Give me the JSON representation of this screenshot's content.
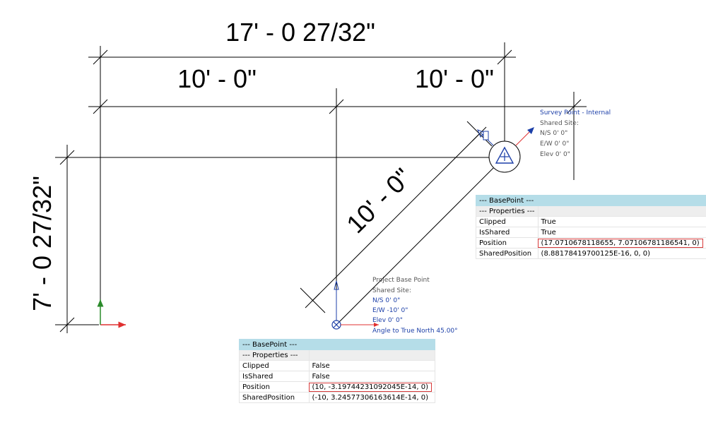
{
  "dimensions": {
    "overall_width": "17' - 0 27/32\"",
    "left_width": "10' - 0\"",
    "right_width": "10' - 0\"",
    "diagonal": "10' - 0\"",
    "overall_height": "7' - 0 27/32\""
  },
  "survey_point": {
    "title": "Survey Point - Internal",
    "shared_site": "Shared Site:",
    "ns": "N/S   0'  0\"",
    "ew": "E/W   0'  0\"",
    "elev": "Elev   0'  0\""
  },
  "project_base_point": {
    "title": "Project Base Point",
    "shared_site": "Shared Site:",
    "ns": "N/S   0'  0\"",
    "ew": "E/W   -10'  0\"",
    "elev": "Elev   0'  0\"",
    "angle": "Angle to True North   45.00°"
  },
  "survey_props": {
    "header": "--- BasePoint ---",
    "section": "--- Properties ---",
    "rows": [
      {
        "name": "Clipped",
        "value": "True"
      },
      {
        "name": "IsShared",
        "value": "True"
      },
      {
        "name": "Position",
        "value": "(17.0710678118655, 7.07106781186541, 0)"
      },
      {
        "name": "SharedPosition",
        "value": "(8.88178419700125E-16, 0, 0)"
      }
    ]
  },
  "base_props": {
    "header": "--- BasePoint ---",
    "section": "--- Properties ---",
    "rows": [
      {
        "name": "Clipped",
        "value": "False"
      },
      {
        "name": "IsShared",
        "value": "False"
      },
      {
        "name": "Position",
        "value": "(10, -3.19744231092045E-14, 0)"
      },
      {
        "name": "SharedPosition",
        "value": "(-10, 3.24577306163614E-14, 0)"
      }
    ]
  },
  "colors": {
    "annotation_blue": "#1c3fa8",
    "annotation_grey": "#555555",
    "axis_red": "#e03030",
    "axis_green": "#2a8a2a",
    "highlight_red": "#d83a3a",
    "grid_header": "#b5dde8"
  }
}
